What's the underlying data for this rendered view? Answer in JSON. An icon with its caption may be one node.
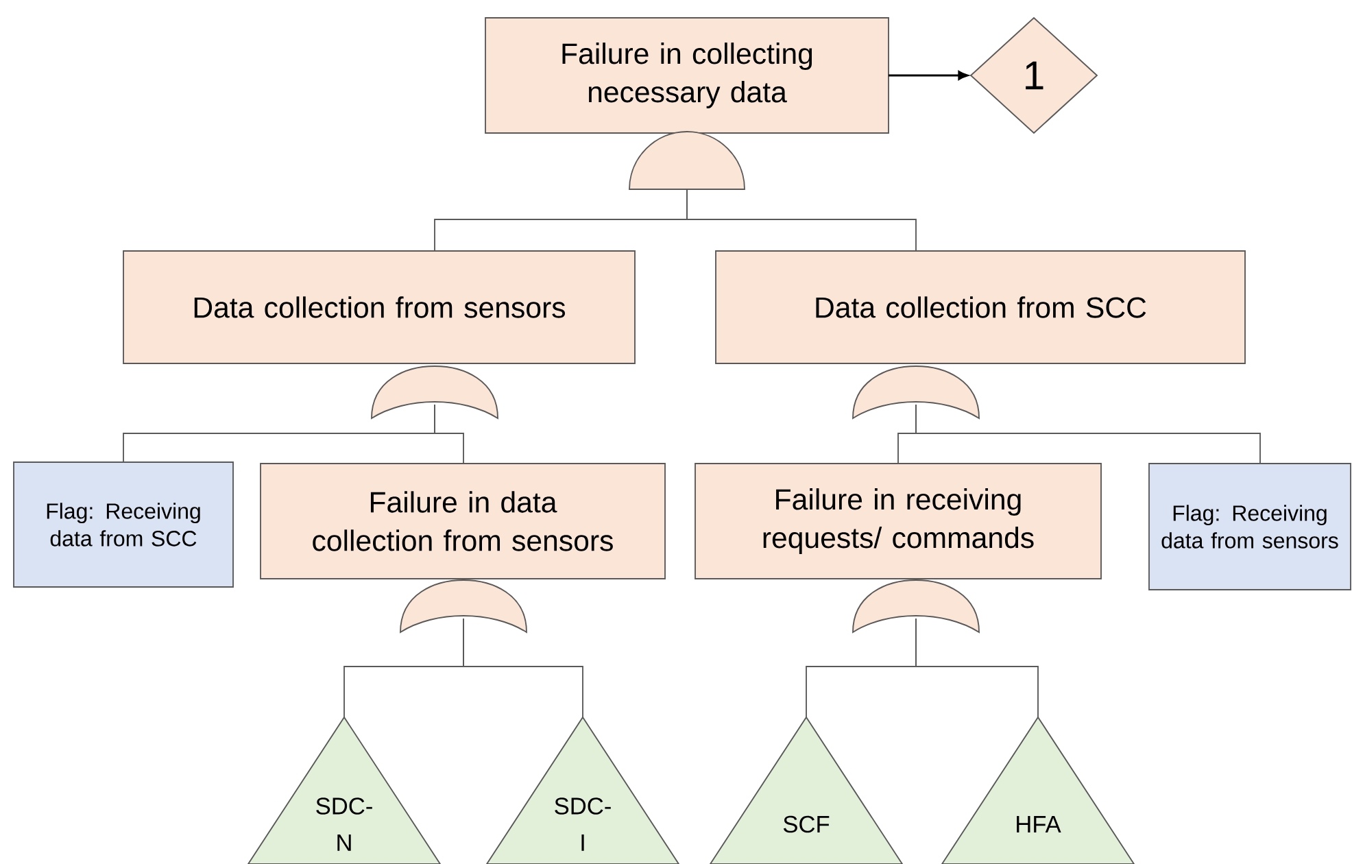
{
  "diagram": {
    "nodes": [
      {
        "text": [
          "Failure in collecting necessary data"
        ]
      },
      {
        "text": [
          "1"
        ]
      },
      {
        "text": [],
        "shape": "semicircle"
      },
      {
        "text": [
          "Data collection from sensors"
        ]
      },
      {
        "text": [
          "Data collection from SCC"
        ]
      },
      {
        "text": [],
        "shape": "crescent"
      },
      {
        "text": [],
        "shape": "crescent"
      },
      {
        "text": [
          "Flag: Receiving data from SCC"
        ]
      },
      {
        "text": [
          "Failure in data collection from sensors"
        ]
      },
      {
        "text": [
          "Failure in receiving requests/ commands"
        ]
      },
      {
        "text": [
          "Flag: Receiving data from sensors"
        ]
      },
      {
        "text": [],
        "shape": "crescent"
      },
      {
        "text": [],
        "shape": "crescent"
      },
      {
        "text": [
          "SDC-N"
        ]
      },
      {
        "text": [
          "SDC-I"
        ]
      },
      {
        "text": [
          "SCF"
        ]
      },
      {
        "text": [
          "HFA"
        ]
      }
    ],
    "edges": [
      {
        "from": 0,
        "to": 1,
        "arrow": "to"
      },
      {
        "from": 2,
        "to": 3,
        "arrow": "none"
      },
      {
        "from": 2,
        "to": 4,
        "arrow": "none"
      },
      {
        "from": 5,
        "to": 7,
        "arrow": "none"
      },
      {
        "from": 5,
        "to": 8,
        "arrow": "none"
      },
      {
        "from": 6,
        "to": 9,
        "arrow": "none"
      },
      {
        "from": 6,
        "to": 10,
        "arrow": "none"
      },
      {
        "from": 11,
        "to": 13,
        "arrow": "none"
      },
      {
        "from": 11,
        "to": 14,
        "arrow": "none"
      },
      {
        "from": 12,
        "to": 15,
        "arrow": "none"
      },
      {
        "from": 12,
        "to": 16,
        "arrow": "none"
      }
    ]
  }
}
